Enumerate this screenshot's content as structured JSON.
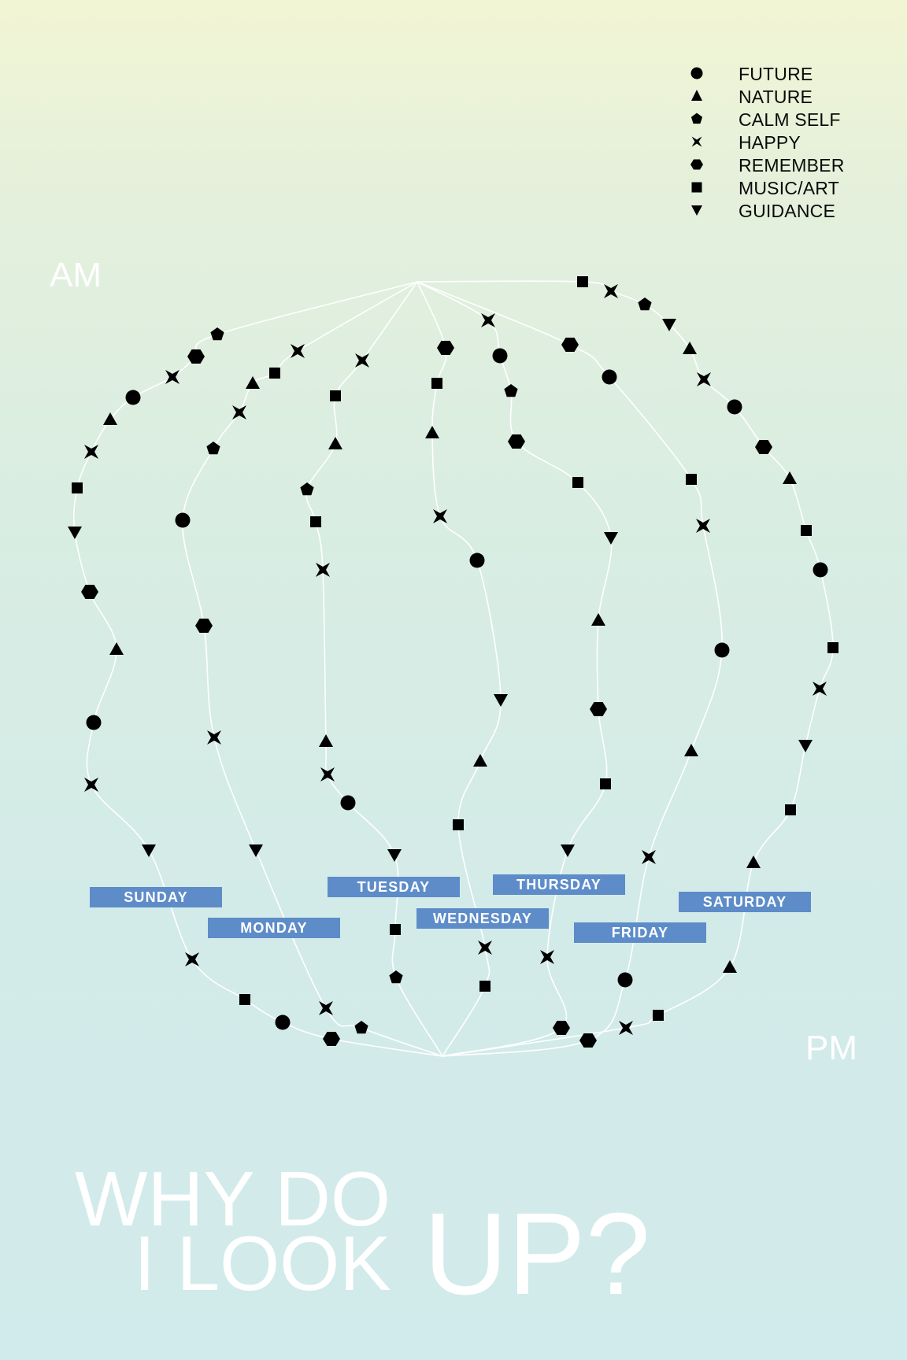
{
  "legend": [
    {
      "label": "FUTURE",
      "icon": "circle"
    },
    {
      "label": "NATURE",
      "icon": "triangle-up"
    },
    {
      "label": "CALM SELF",
      "icon": "pentagon"
    },
    {
      "label": "HAPPY",
      "icon": "four-point-star"
    },
    {
      "label": "REMEMBER",
      "icon": "hexagon"
    },
    {
      "label": "MUSIC/ART",
      "icon": "square"
    },
    {
      "label": "GUIDANCE",
      "icon": "triangle-down"
    }
  ],
  "corners": {
    "am": "AM",
    "pm": "PM"
  },
  "days": {
    "sunday": "SUNDAY",
    "monday": "MONDAY",
    "tuesday": "TUESDAY",
    "wednesday": "WEDNESDAY",
    "thursday": "THURSDAY",
    "friday": "FRIDAY",
    "saturday": "SATURDAY"
  },
  "title": {
    "line1": "WHY DO",
    "line2": "I LOOK",
    "line3": "UP?"
  },
  "colors": {
    "line": "#ffffff",
    "marker": "#000000",
    "day_label": "#5d8cc9",
    "background_top": "#f2f5d4",
    "background_bottom": "#d1eaeb"
  },
  "chart_data": {
    "type": "diagram",
    "legend_placement": "top-right",
    "series": [
      {
        "day": "SUNDAY",
        "sequence": [
          "calm-self",
          "remember",
          "happy",
          "future",
          "nature",
          "happy",
          "music-art",
          "guidance",
          "remember",
          "nature",
          "future",
          "happy",
          "guidance",
          "happy",
          "music-art",
          "future",
          "remember"
        ]
      },
      {
        "day": "MONDAY",
        "sequence": [
          "happy",
          "music-art",
          "nature",
          "happy",
          "calm-self",
          "future",
          "remember",
          "happy",
          "guidance",
          "happy",
          "calm-self"
        ]
      },
      {
        "day": "TUESDAY",
        "sequence": [
          "happy",
          "music-art",
          "nature",
          "calm-self",
          "music-art",
          "happy",
          "nature",
          "happy",
          "future",
          "guidance",
          "music-art",
          "calm-self"
        ]
      },
      {
        "day": "WEDNESDAY",
        "sequence": [
          "remember",
          "music-art",
          "nature",
          "happy",
          "future",
          "guidance",
          "nature",
          "music-art",
          "happy",
          "music-art"
        ]
      },
      {
        "day": "THURSDAY",
        "sequence": [
          "happy",
          "future",
          "calm-self",
          "remember",
          "music-art",
          "guidance",
          "nature",
          "remember",
          "music-art",
          "guidance",
          "happy",
          "remember"
        ]
      },
      {
        "day": "FRIDAY",
        "sequence": [
          "remember",
          "future",
          "music-art",
          "happy",
          "future",
          "nature",
          "happy",
          "future",
          "remember"
        ]
      },
      {
        "day": "SATURDAY",
        "sequence": [
          "music-art",
          "happy",
          "calm-self",
          "guidance",
          "nature",
          "happy",
          "future",
          "remember",
          "nature",
          "music-art",
          "future",
          "music-art",
          "happy",
          "guidance",
          "music-art",
          "nature",
          "nature",
          "music-art",
          "happy"
        ]
      }
    ]
  }
}
